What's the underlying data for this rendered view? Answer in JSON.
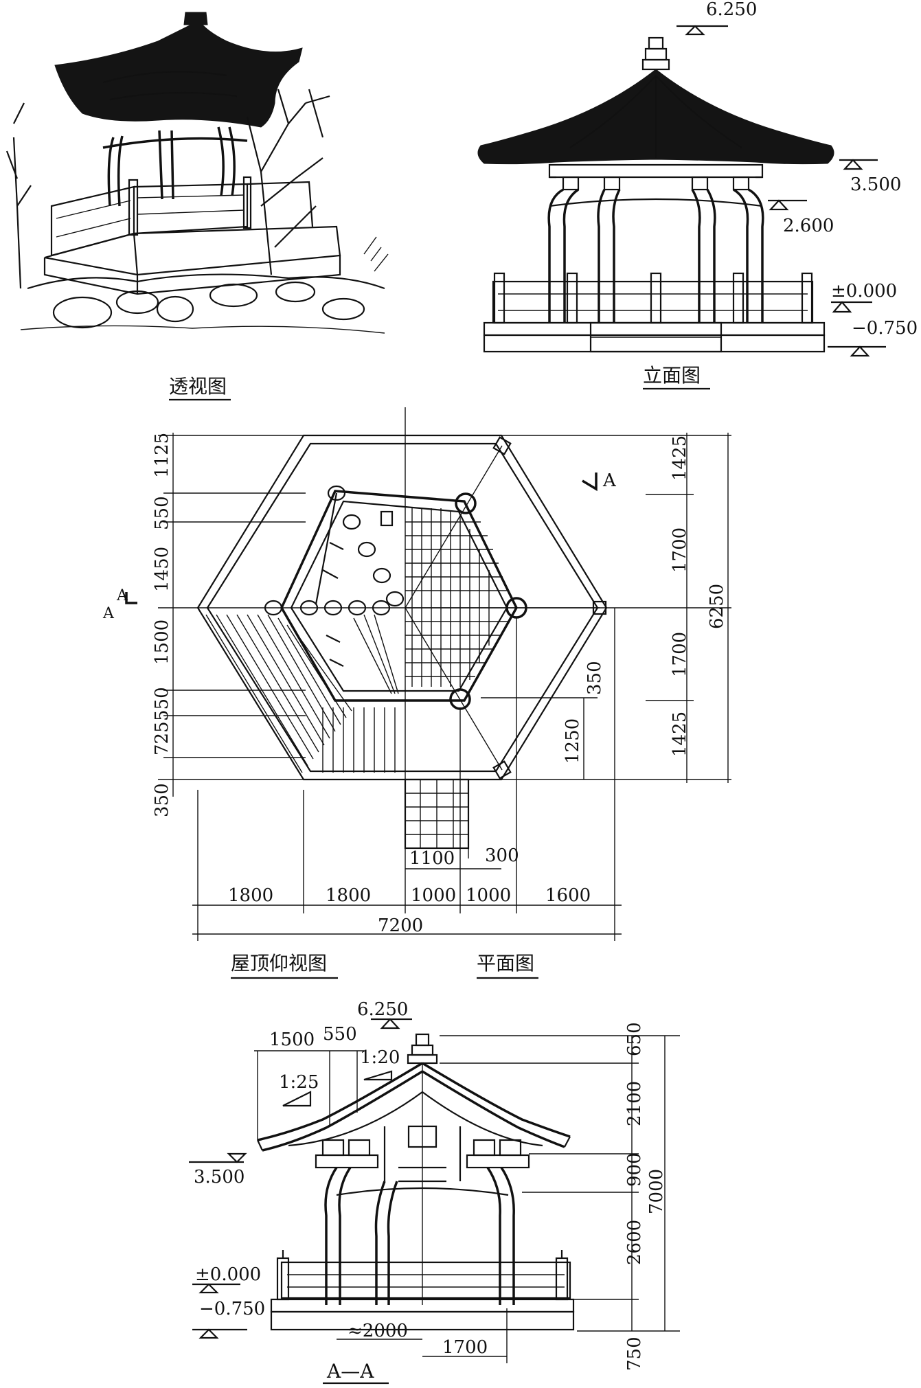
{
  "captions": {
    "perspective": "透视图",
    "elevation": "立面图",
    "roof_underside": "屋顶仰视图",
    "plan": "平面图",
    "section": "A—A"
  },
  "elevation_view": {
    "levels": [
      "6.250",
      "3.500",
      "2.600",
      "±0.000",
      "−0.750"
    ]
  },
  "plan_view": {
    "section_marks": [
      "A",
      "A",
      "A"
    ],
    "left_dims": [
      "1125",
      "550",
      "1450",
      "1500",
      "550",
      "725",
      "350"
    ],
    "right_dims": [
      "1425",
      "1700",
      "1700",
      "1425"
    ],
    "right_total": "6250",
    "inner_dims": [
      "350",
      "1250"
    ],
    "step_dims": [
      "1100",
      "300"
    ],
    "bottom_dims": [
      "1800",
      "1800",
      "1000",
      "1000",
      "1600"
    ],
    "bottom_total": "7200"
  },
  "section_view": {
    "top_level": "6.250",
    "top_dims": [
      "1500",
      "550"
    ],
    "slopes": [
      "1:20",
      "1:25"
    ],
    "left_levels": [
      "3.500",
      "±0.000",
      "−0.750"
    ],
    "right_dims": [
      "650",
      "2100",
      "900",
      "2600",
      "750"
    ],
    "right_total": "7000",
    "bottom_dims": [
      "≈2000",
      "1700"
    ]
  },
  "colors": {
    "ink": "#111111",
    "paper": "#ffffff"
  }
}
